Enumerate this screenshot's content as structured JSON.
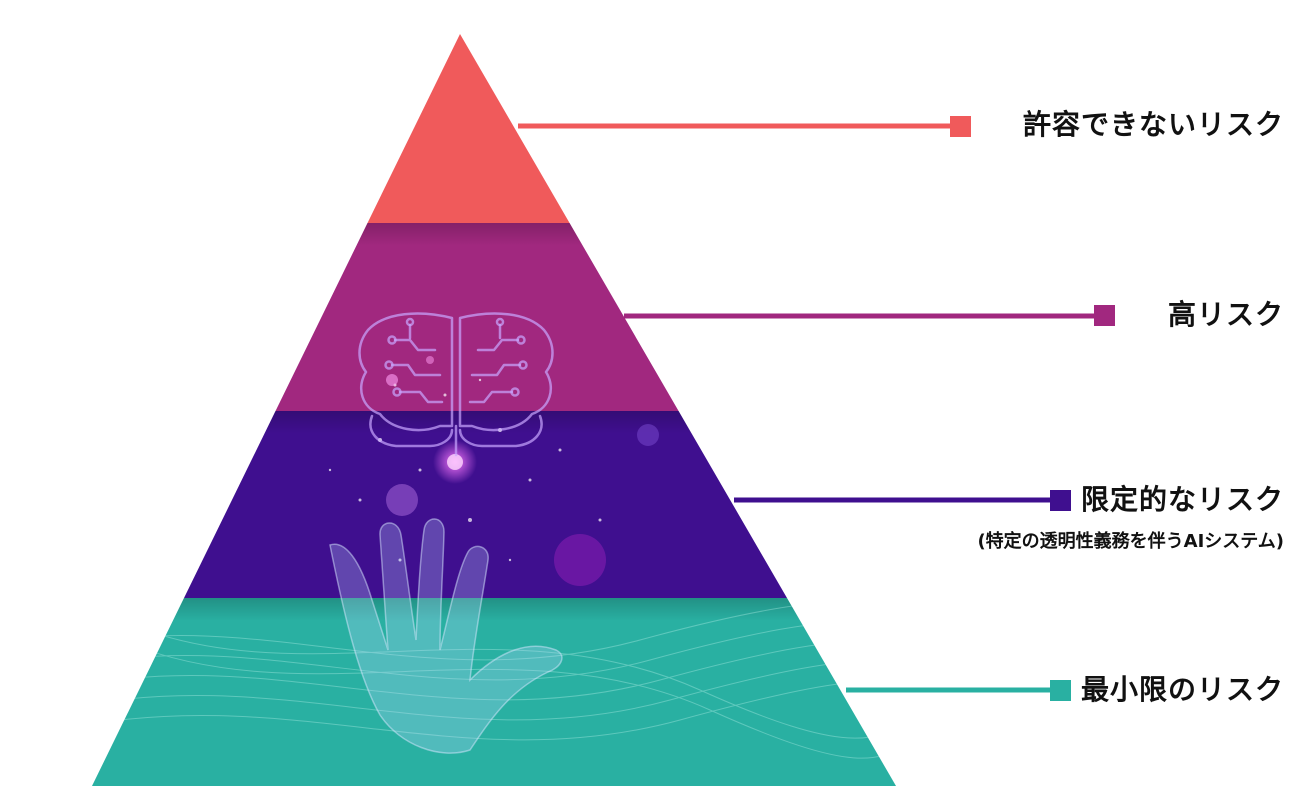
{
  "levels": [
    {
      "id": "unacceptable",
      "label": "許容できないリスク",
      "color": "#f05a5b"
    },
    {
      "id": "high",
      "label": "高リスク",
      "color": "#a1287f"
    },
    {
      "id": "limited",
      "label": "限定的なリスク",
      "sublabel": "(特定の透明性義務を伴うAIシステム)",
      "color": "#3f0f8f"
    },
    {
      "id": "minimal",
      "label": "最小限のリスク",
      "color": "#29b0a2"
    }
  ],
  "illustration": {
    "icons": [
      "brain-circuit-icon",
      "open-hand-icon"
    ]
  }
}
